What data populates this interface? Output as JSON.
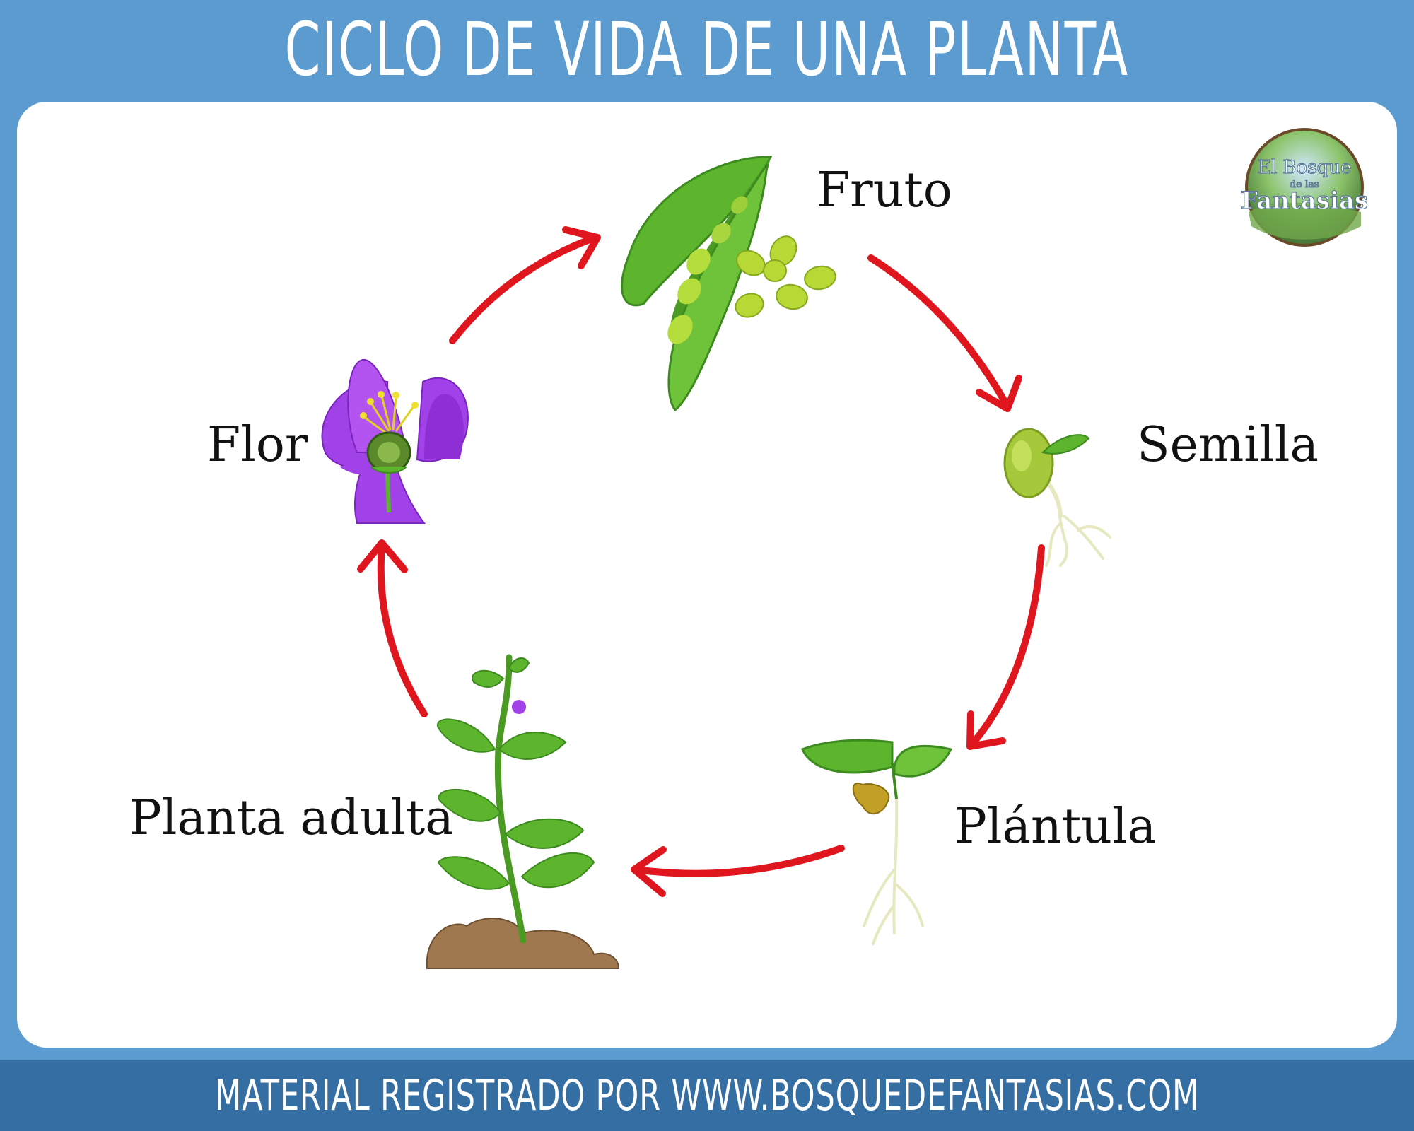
{
  "header": {
    "title": "CICLO DE VIDA DE UNA PLANTA"
  },
  "stages": {
    "fruto": "Fruto",
    "semilla": "Semilla",
    "plantula": "Plántula",
    "planta_adulta": "Planta adulta",
    "flor": "Flor"
  },
  "logo": {
    "line1": "El Bosque",
    "line2": "de las",
    "line3": "Fantasias"
  },
  "footer": {
    "text": "MATERIAL REGISTRADO POR WWW.BOSQUEDEFANTASIAS.COM"
  },
  "colors": {
    "header_bg": "#5b9bd0",
    "footer_bg": "#356ea3",
    "arrow": "#e0161f",
    "leaf": "#5db52d",
    "flower": "#a142e8"
  }
}
